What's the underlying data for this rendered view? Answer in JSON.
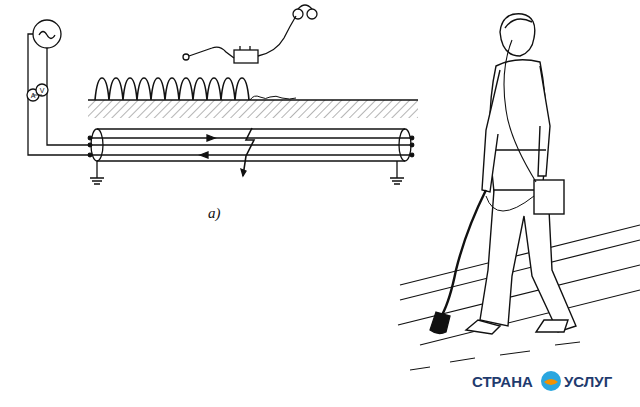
{
  "diagram": {
    "labels": [
      "а)",
      "A",
      "V",
      "СТРАНА",
      "УСЛУГ"
    ]
  }
}
